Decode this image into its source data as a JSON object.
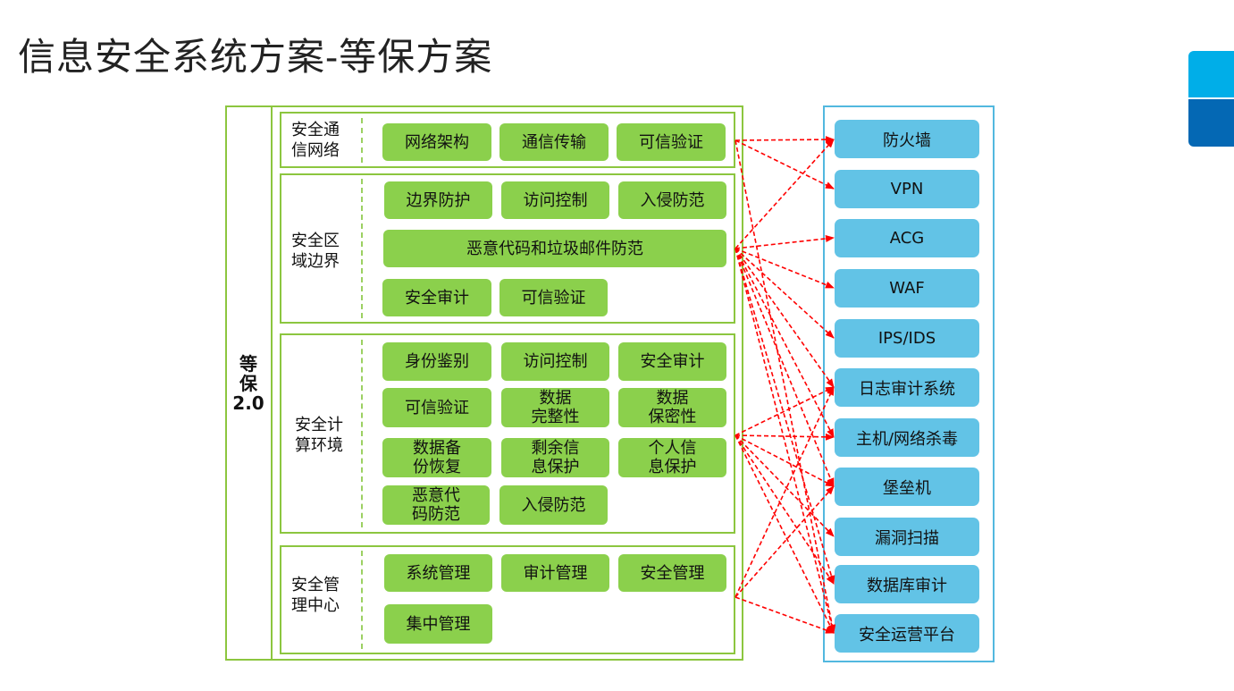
{
  "title": "信息安全系统方案-等保方案",
  "main_label": [
    "等",
    "保",
    "2.0"
  ],
  "sections": {
    "comm": {
      "label": "安全通\n信网络",
      "items": [
        "网络架构",
        "通信传输",
        "可信验证"
      ]
    },
    "boundary": {
      "label": "安全区\n域边界",
      "items": [
        "边界防护",
        "访问控制",
        "入侵防范",
        "恶意代码和垃圾邮件防范",
        "安全审计",
        "可信验证"
      ]
    },
    "compute": {
      "label": "安全计\n算环境",
      "items": [
        "身份鉴别",
        "访问控制",
        "安全审计",
        "可信验证",
        "数据\n完整性",
        "数据\n保密性",
        "数据备\n份恢复",
        "剩余信\n息保护",
        "个人信\n息保护",
        "恶意代\n码防范",
        "入侵防范"
      ]
    },
    "mgmt": {
      "label": "安全管\n理中心",
      "items": [
        "系统管理",
        "审计管理",
        "安全管理",
        "集中管理"
      ]
    }
  },
  "products": [
    "防火墙",
    "VPN",
    "ACG",
    "WAF",
    "IPS/IDS",
    "日志审计系统",
    "主机/网络杀毒",
    "堡垒机",
    "漏洞扫描",
    "数据库审计",
    "安全运营平台"
  ],
  "colors": {
    "green_box": "#8bd04c",
    "green_border": "#8cc63f",
    "blue_box": "#62c3e6",
    "blue_border": "#52b8df",
    "arrow": "#ff0000",
    "accent_light": "#00aee8",
    "accent_dark": "#0468b4"
  }
}
